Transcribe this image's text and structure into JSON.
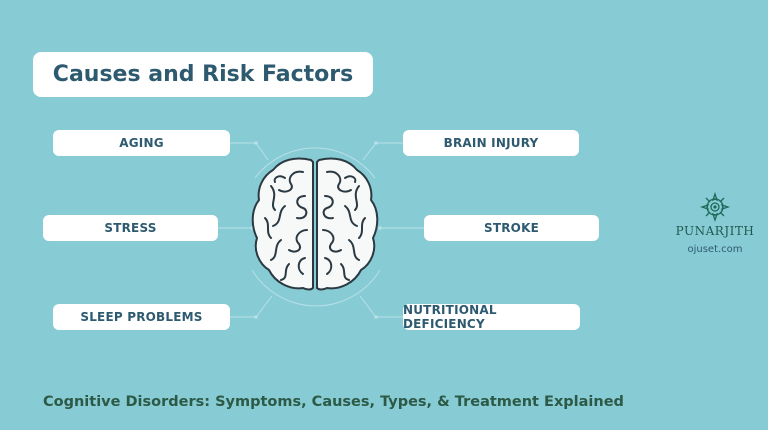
{
  "title": "Causes and Risk Factors",
  "factors": {
    "aging": "AGING",
    "stress": "STRESS",
    "sleep": "SLEEP PROBLEMS",
    "brain_injury": "BRAIN INJURY",
    "stroke": "STROKE",
    "nutrition": "NUTRITIONAL DEFICIENCY"
  },
  "logo": {
    "name": "PUNARJITH",
    "url": "ojuset.com"
  },
  "footer": "Cognitive Disorders: Symptoms, Causes, Types, & Treatment Explained",
  "colors": {
    "background": "#87cbd5",
    "title_text": "#2e5a70",
    "footer_text": "#2d5a46",
    "logo_green": "#1f5a4d"
  }
}
